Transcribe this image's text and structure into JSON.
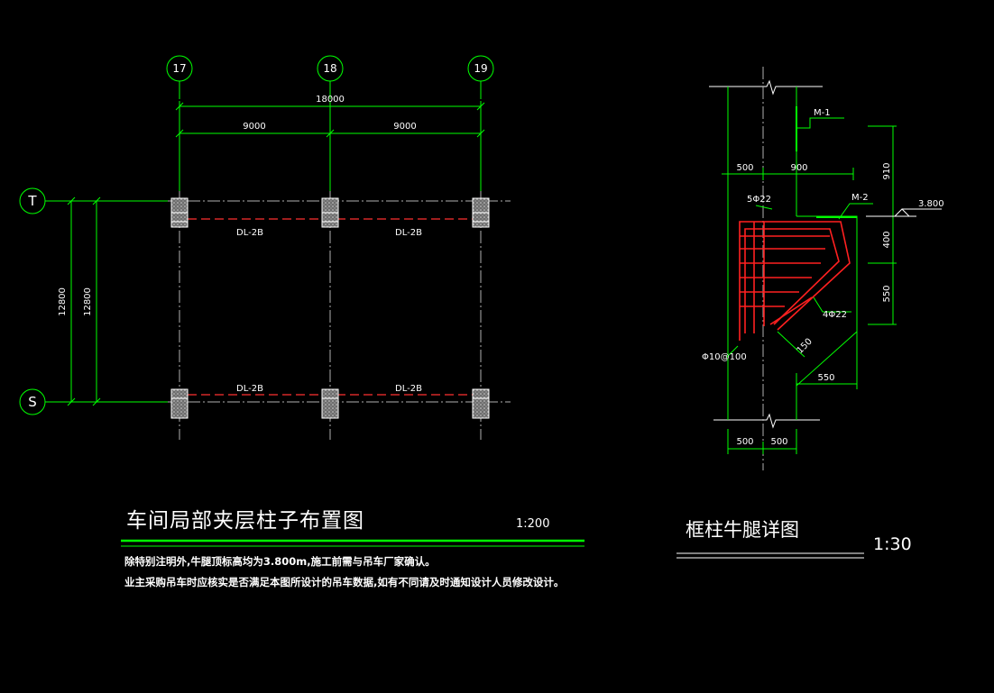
{
  "colors": {
    "background": "#000000",
    "line": "#00ff00",
    "text": "#ffffff",
    "rebar": "#ff2020",
    "hidden": "#ff3030",
    "centerline": "#c0c0c0",
    "column_fill": "#9a9a9a"
  },
  "plan": {
    "grid_top": [
      "17",
      "18",
      "19"
    ],
    "grid_left": [
      "T",
      "S"
    ],
    "dim_total": "18000",
    "dim_bay_1": "9000",
    "dim_bay_2": "9000",
    "dim_vertical_outer": "12800",
    "dim_vertical_inner": "12800",
    "beam_labels": [
      "DL-2B",
      "DL-2B",
      "DL-2B",
      "DL-2B"
    ],
    "title": "车间局部夹层柱子布置图",
    "scale": "1:200",
    "notes": [
      "除特别注明外,牛腿顶标高均为3.800m,施工前需与吊车厂家确认。",
      "业主采购吊车时应核实是否满足本图所设计的吊车数据,如有不同请及时通知设计人员修改设计。"
    ]
  },
  "detail": {
    "title": "框柱牛腿详图",
    "scale": "1:30",
    "label_m1": "M-1",
    "label_m2": "M-2",
    "dim_500_top": "500",
    "dim_900": "900",
    "dim_910": "910",
    "dim_400": "400",
    "dim_550_vertical": "550",
    "dim_550_horizontal": "550",
    "dim_150": "150",
    "elevation": "3.800",
    "rebar_top": "5Φ22",
    "rebar_diagonal": "4Φ22",
    "stirrup": "Φ10@100",
    "dim_bottom_left": "500",
    "dim_bottom_right": "500"
  }
}
